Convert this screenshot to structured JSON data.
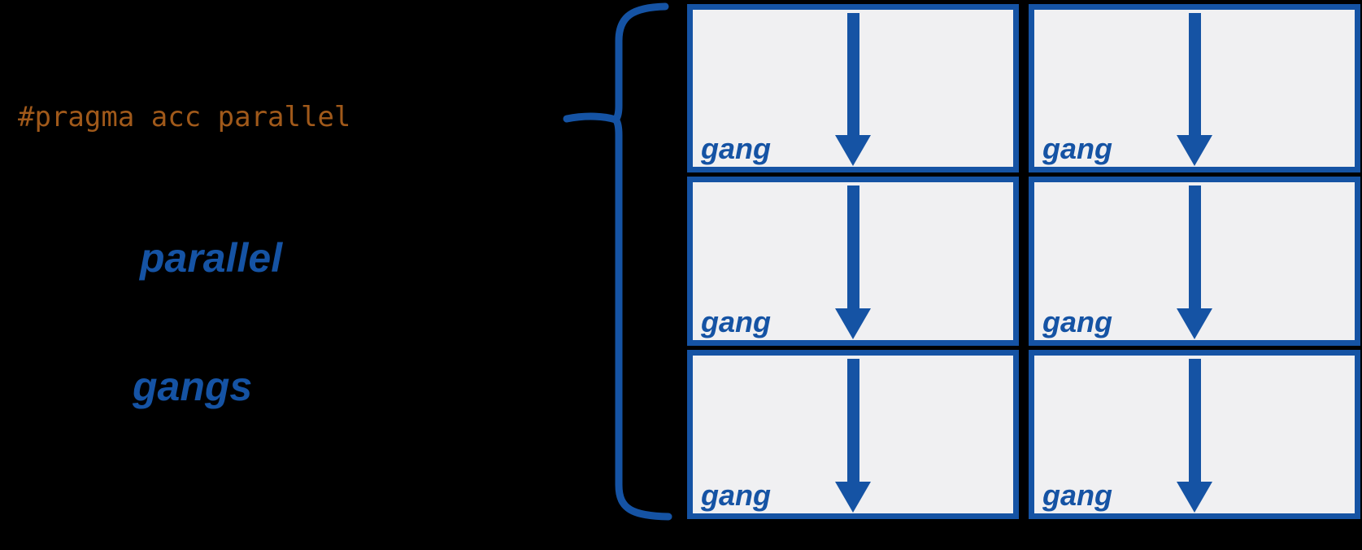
{
  "diagram": {
    "background_color": "#000000",
    "colors": {
      "accent_blue": "#1553a4",
      "code_orange": "#a0591a",
      "box_fill": "#f0f0f2"
    },
    "code_label": "#pragma acc parallel",
    "annotations": {
      "parallel_label": "parallel",
      "gangs_label": "gangs"
    },
    "brace": {
      "shape": "left-curly-brace"
    },
    "grid": {
      "rows": 3,
      "cols": 2,
      "cell_label": "gang",
      "cell_icon": "down-arrow"
    }
  }
}
